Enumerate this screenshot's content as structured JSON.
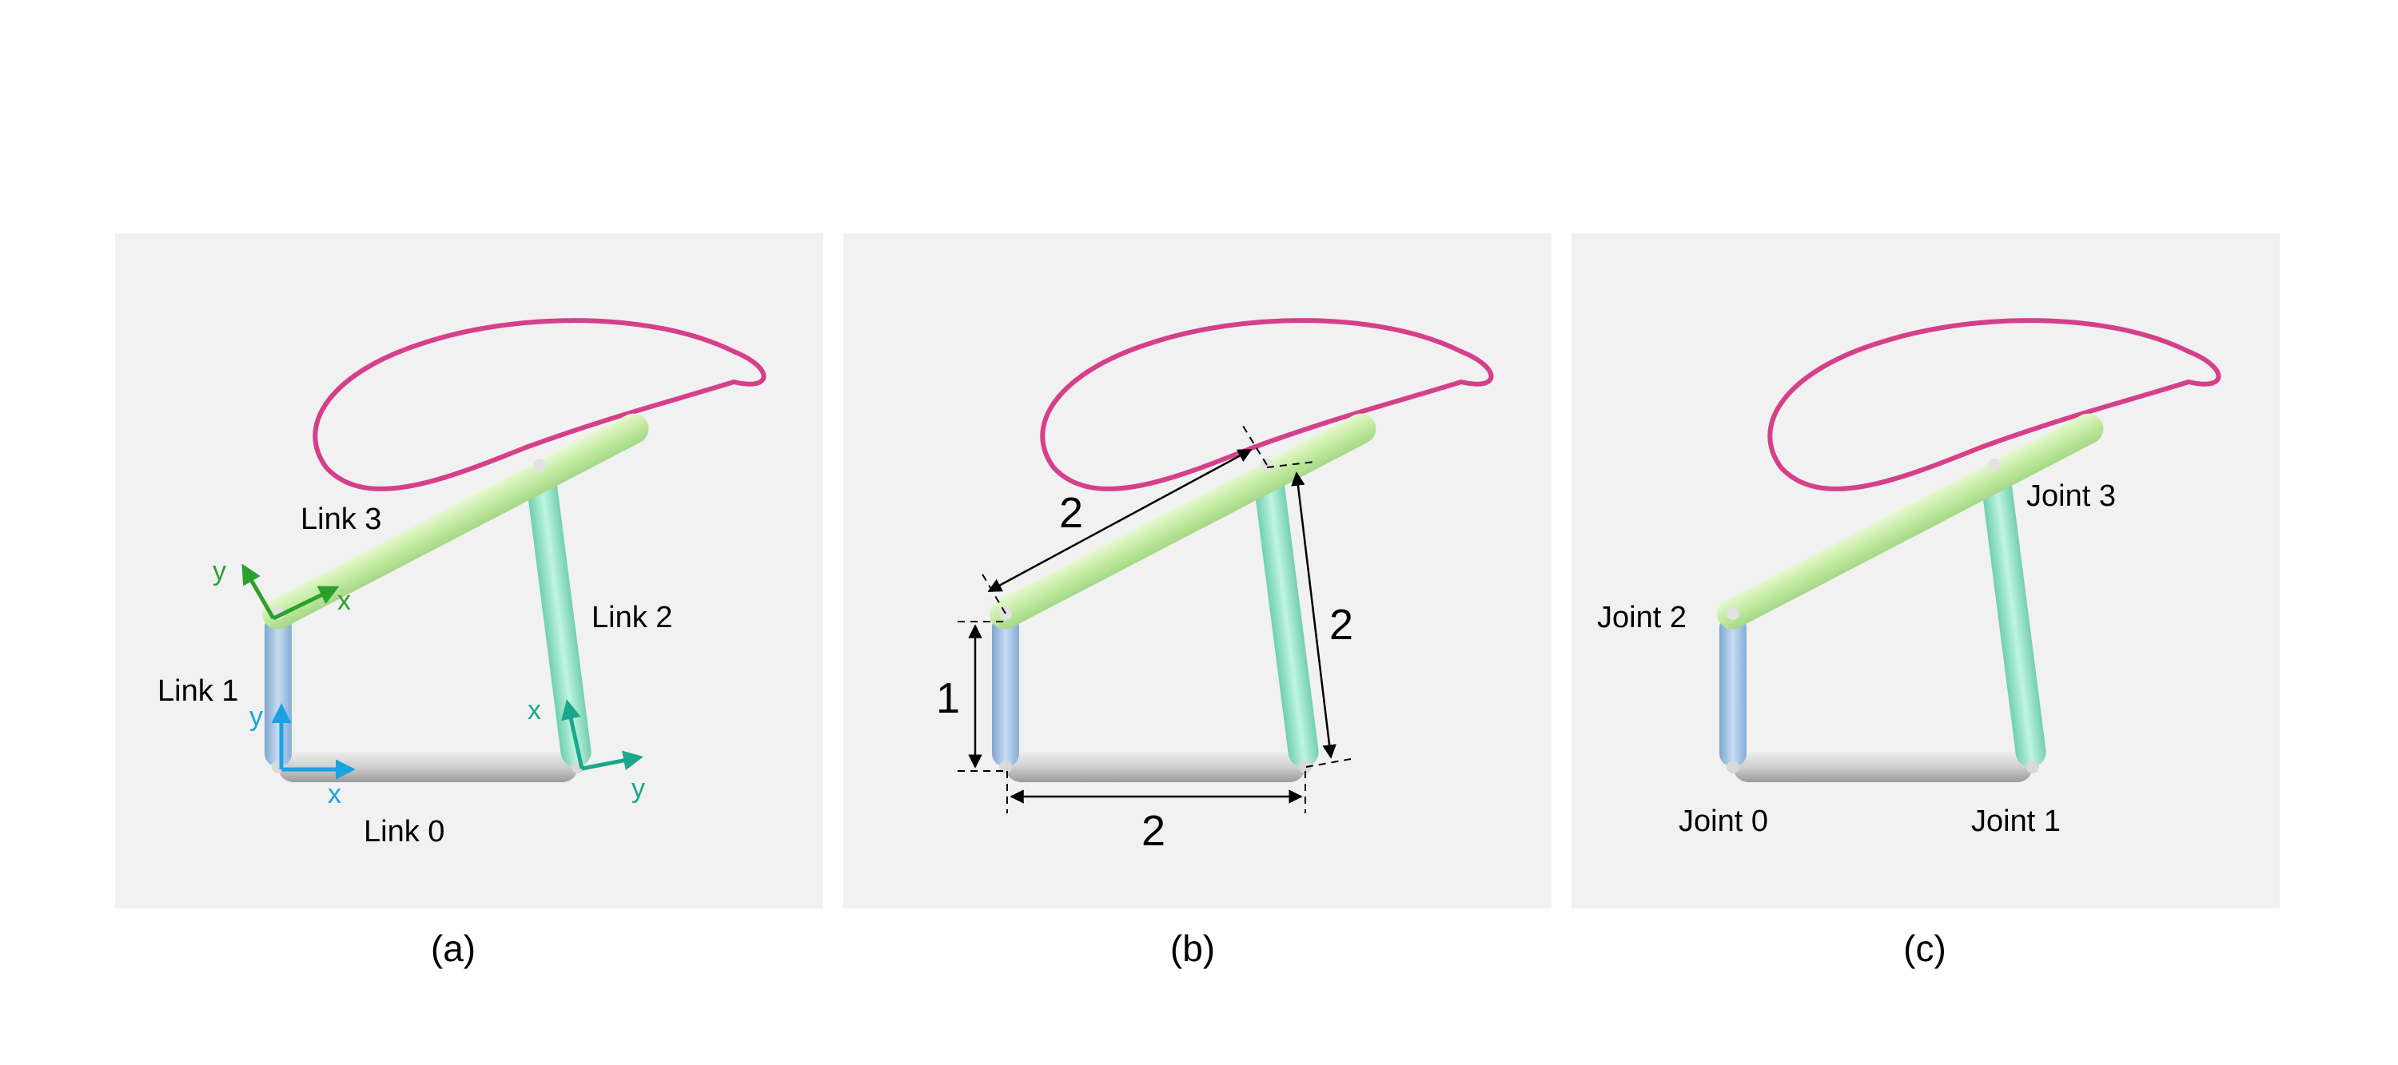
{
  "panels": [
    {
      "caption": "(a)",
      "labels": {
        "link0": "Link 0",
        "link1": "Link 1",
        "link2": "Link 2",
        "link3": "Link 3"
      },
      "frames": {
        "blue": {
          "x": "x",
          "y": "y",
          "color": "#1aa3e0"
        },
        "green": {
          "x": "x",
          "y": "y",
          "color": "#2ca02c"
        },
        "teal": {
          "x": "x",
          "y": "y",
          "color": "#1aa88a"
        }
      }
    },
    {
      "caption": "(b)",
      "dimensions": {
        "link1": "1",
        "link0": "2",
        "link2": "2",
        "link3": "2"
      }
    },
    {
      "caption": "(c)",
      "labels": {
        "joint0": "Joint 0",
        "joint1": "Joint 1",
        "joint2": "Joint 2",
        "joint3": "Joint 3"
      }
    }
  ],
  "colors": {
    "link0": "#bdbdbd",
    "link1": "#a9c8e8",
    "link2": "#9ee0c8",
    "link3": "#c8edaa",
    "curve": "#d63f8a",
    "background": "#f1f1f1"
  }
}
